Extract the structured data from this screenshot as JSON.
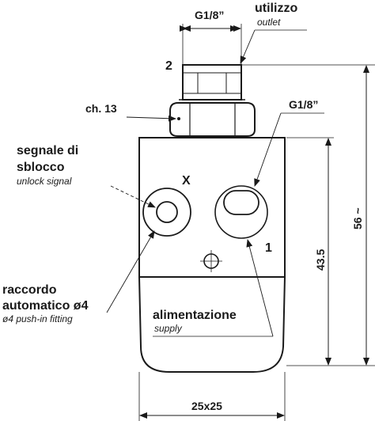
{
  "labels": {
    "outlet_size": "G1/8”",
    "outlet_title": "utilizzo",
    "outlet_sub": "outlet",
    "port_2": "2",
    "hex": "ch. 13",
    "inlet_size": "G1/8”",
    "unlock_title_1": "segnale di",
    "unlock_title_2": "sblocco",
    "unlock_sub": "unlock signal",
    "port_x": "X",
    "port_1": "1",
    "fitting_title_1": "raccordo",
    "fitting_title_2": "automatico ø4",
    "fitting_sub": "ø4 push-in fitting",
    "supply_title": "alimentazione",
    "supply_sub": "supply",
    "dim_width": "25x25",
    "dim_height_inner": "43.5",
    "dim_height_total": "56 ~"
  }
}
